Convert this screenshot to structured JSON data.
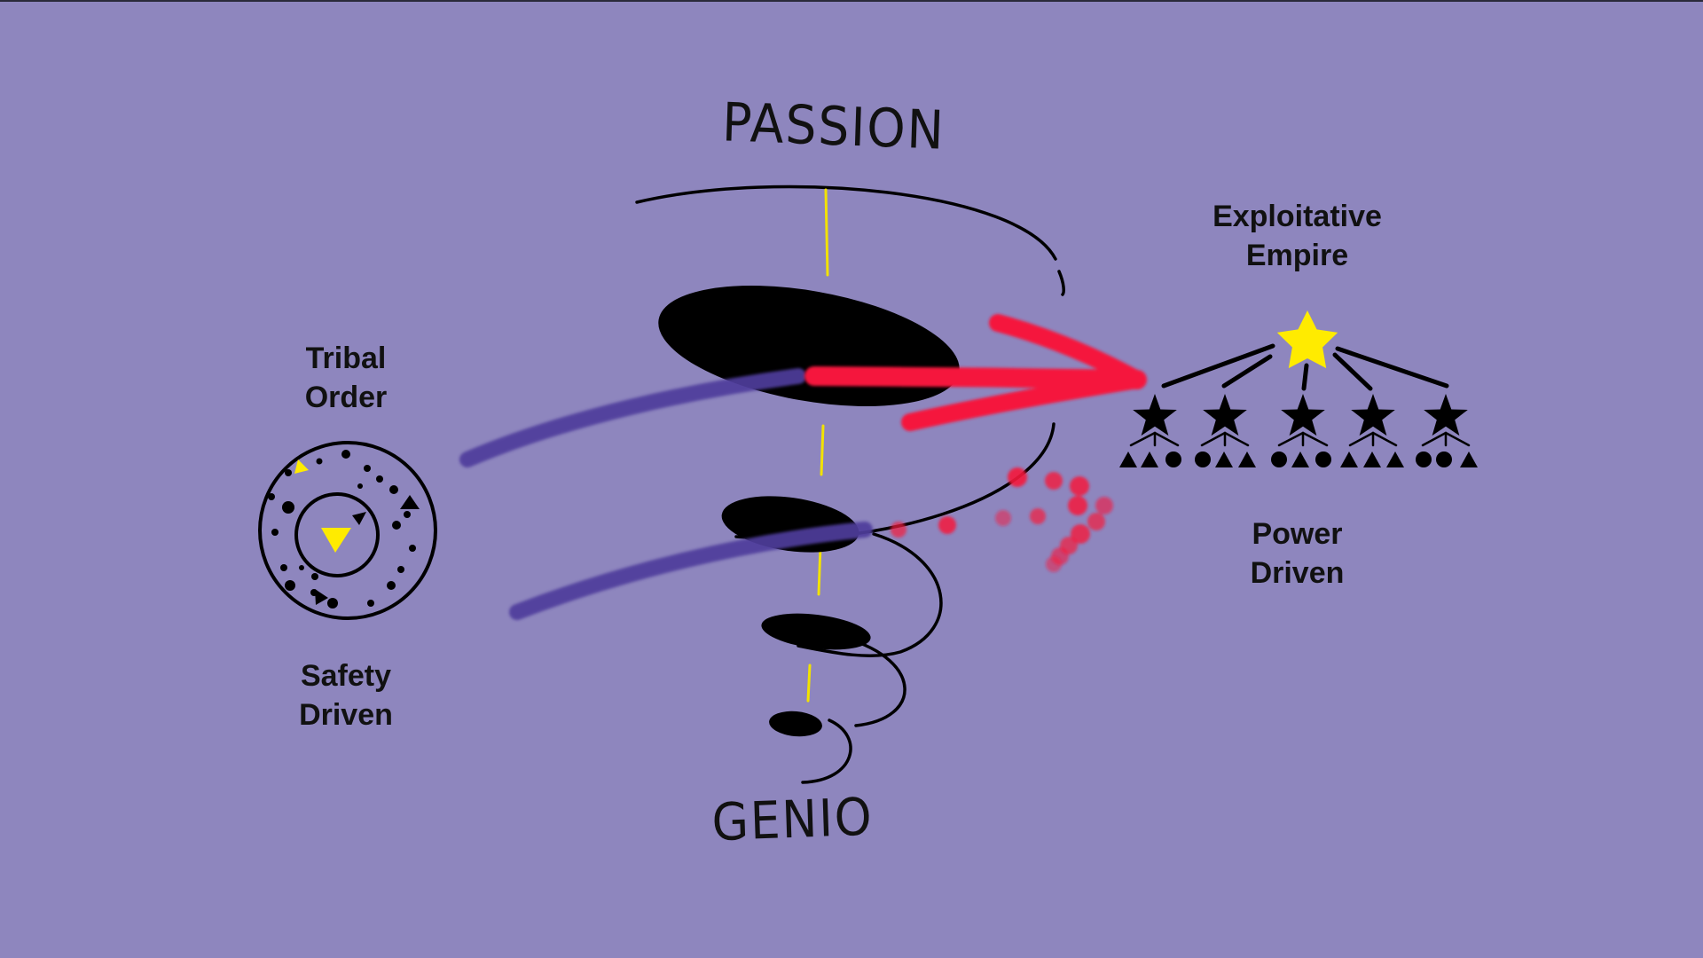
{
  "labels": {
    "tribal_order": "Tribal\nOrder",
    "safety_driven": "Safety\nDriven",
    "exploitative_empire": "Exploitative\nEmpire",
    "power_driven": "Power\nDriven",
    "passion": "PASSION",
    "genio": "GENIO"
  },
  "colors": {
    "background": "#8e86be",
    "ink": "#000000",
    "accent_yellow": "#ffeb00",
    "stroke_purple": "#4f3e9c",
    "stroke_red": "#f5173c"
  },
  "icons": [
    "tribal-order-circle-icon",
    "hierarchy-star-icon",
    "spiral-icon",
    "arrow-icon"
  ]
}
